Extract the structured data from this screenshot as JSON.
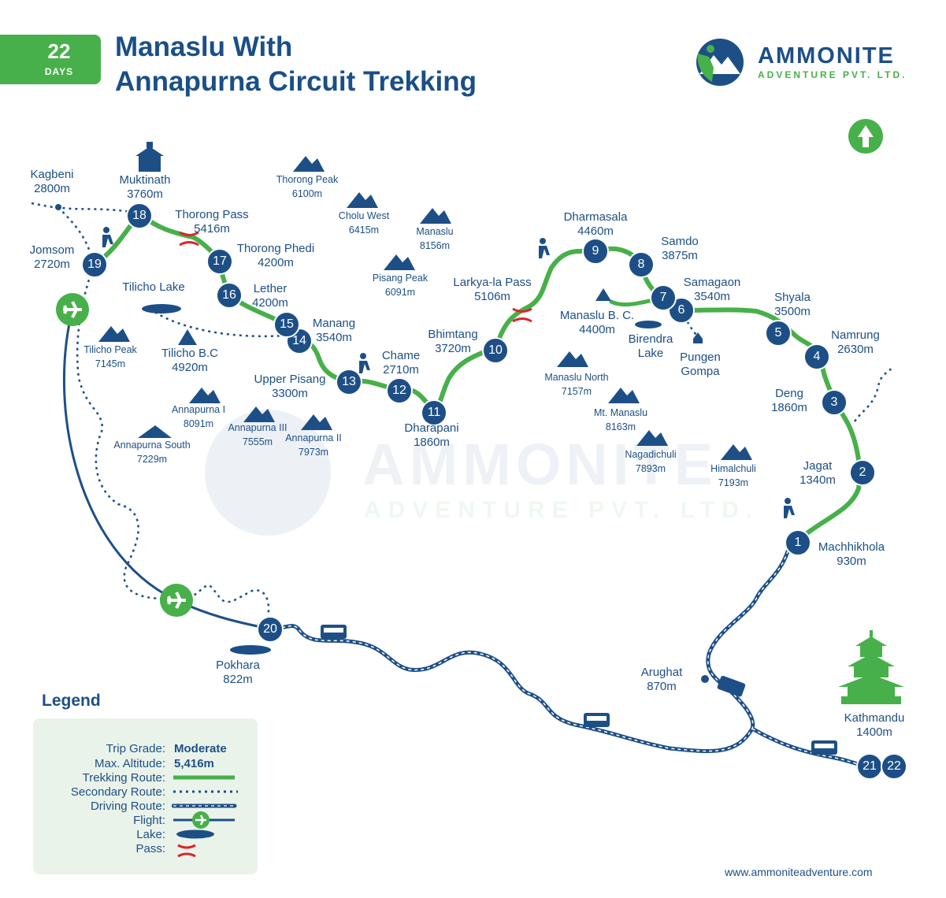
{
  "header": {
    "days_number": "22",
    "days_label": "DAYS",
    "title_line1": "Manaslu With",
    "title_line2": "Annapurna Circuit Trekking"
  },
  "brand": {
    "name": "AMMONITE",
    "subtitle": "ADVENTURE PVT. LTD.",
    "watermark_name": "AMMONITE",
    "watermark_sub": "ADVENTURE PVT. LTD.",
    "website": "www.ammoniteadventure.com"
  },
  "colors": {
    "trekking_route": "#47b04a",
    "driving_route": "#1d4f86",
    "pass_marker": "#d9262b",
    "node": "#1d4f86",
    "legend_bg": "#eaf3ea"
  },
  "places": [
    {
      "name": "Kagbeni",
      "alt": "2800m"
    },
    {
      "name": "Muktinath",
      "alt": "3760m"
    },
    {
      "name": "Thorong Pass",
      "alt": "5416m"
    },
    {
      "name": "Jomsom",
      "alt": "2720m"
    },
    {
      "name": "Thorong Phedi",
      "alt": "4200m"
    },
    {
      "name": "Tilicho Lake",
      "alt": ""
    },
    {
      "name": "Lether",
      "alt": "4200m"
    },
    {
      "name": "Manang",
      "alt": "3540m"
    },
    {
      "name": "Tilicho B.C",
      "alt": "4920m"
    },
    {
      "name": "Chame",
      "alt": "2710m"
    },
    {
      "name": "Upper Pisang",
      "alt": "3300m"
    },
    {
      "name": "Bhimtang",
      "alt": "3720m"
    },
    {
      "name": "Dharapani",
      "alt": "1860m"
    },
    {
      "name": "Larkya-la Pass",
      "alt": "5106m"
    },
    {
      "name": "Dharmasala",
      "alt": "4460m"
    },
    {
      "name": "Samdo",
      "alt": "3875m"
    },
    {
      "name": "Samagaon",
      "alt": "3540m"
    },
    {
      "name": "Manaslu B. C.",
      "alt": "4400m"
    },
    {
      "name": "Birendra",
      "alt": "Lake"
    },
    {
      "name": "Pungen",
      "alt": "Gompa"
    },
    {
      "name": "Shyala",
      "alt": "3500m"
    },
    {
      "name": "Namrung",
      "alt": "2630m"
    },
    {
      "name": "Deng",
      "alt": "1860m"
    },
    {
      "name": "Jagat",
      "alt": "1340m"
    },
    {
      "name": "Machhikhola",
      "alt": "930m"
    },
    {
      "name": "Arughat",
      "alt": "870m"
    },
    {
      "name": "Kathmandu",
      "alt": "1400m"
    },
    {
      "name": "Pokhara",
      "alt": "822m"
    }
  ],
  "peaks": [
    {
      "name": "Thorong Peak",
      "alt": "6100m"
    },
    {
      "name": "Cholu West",
      "alt": "6415m"
    },
    {
      "name": "Manaslu",
      "alt": "8156m"
    },
    {
      "name": "Pisang Peak",
      "alt": "6091m"
    },
    {
      "name": "Tilicho Peak",
      "alt": "7145m"
    },
    {
      "name": "Annapurna I",
      "alt": "8091m"
    },
    {
      "name": "Annapurna III",
      "alt": "7555m"
    },
    {
      "name": "Annapurna II",
      "alt": "7973m"
    },
    {
      "name": "Annapurna South",
      "alt": "7229m"
    },
    {
      "name": "Manaslu North",
      "alt": "7157m"
    },
    {
      "name": "Mt. Manaslu",
      "alt": "8163m"
    },
    {
      "name": "Nagadichuli",
      "alt": "7893m"
    },
    {
      "name": "Himalchuli",
      "alt": "7193m"
    }
  ],
  "day_nodes": [
    "1",
    "2",
    "3",
    "4",
    "5",
    "6",
    "7",
    "8",
    "9",
    "10",
    "11",
    "12",
    "13",
    "14",
    "15",
    "16",
    "17",
    "18",
    "19",
    "20",
    "21",
    "22"
  ],
  "legend": {
    "title": "Legend",
    "trip_grade_label": "Trip Grade:",
    "trip_grade_value": "Moderate",
    "max_altitude_label": "Max. Altitude:",
    "max_altitude_value": "5,416m",
    "trekking_route_label": "Trekking Route:",
    "secondary_route_label": "Secondary Route:",
    "driving_route_label": "Driving Route:",
    "flight_label": "Flight:",
    "lake_label": "Lake:",
    "pass_label": "Pass:"
  }
}
